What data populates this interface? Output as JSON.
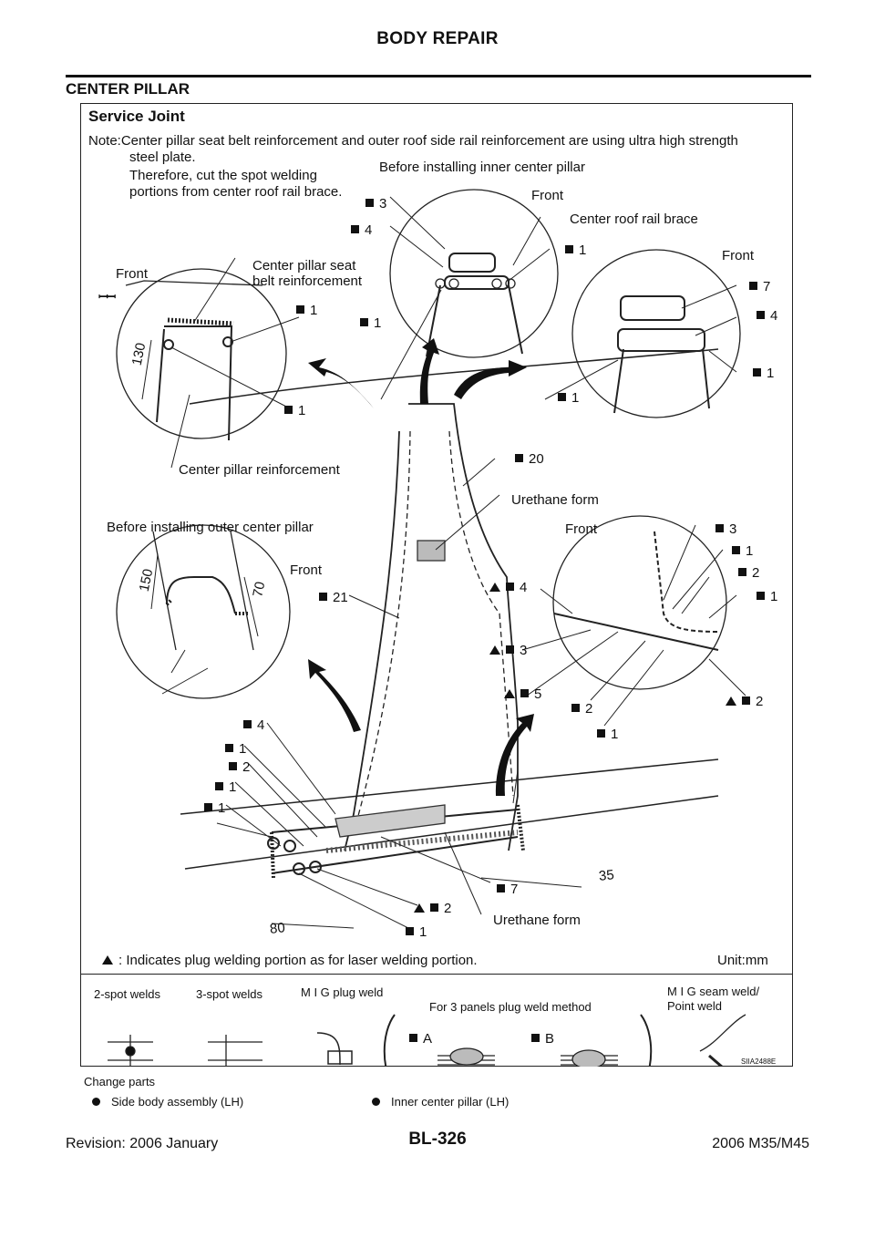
{
  "page_header": "BODY REPAIR",
  "section_title": "CENTER PILLAR",
  "figure": {
    "title": "Service Joint",
    "note_line1": "Note:Center pillar seat belt reinforcement and outer roof side rail reinforcement are using ultra high strength",
    "note_line2": "steel plate.",
    "note_line3": "Therefore, cut the spot welding",
    "note_line4": "portions from center roof rail brace.",
    "labels": {
      "before_inner": "Before installing inner center pillar",
      "before_outer": "Before installing outer center pillar",
      "front": "Front",
      "center_roof_rail_brace": "Center roof rail brace",
      "cp_seat_belt_1": "Center pillar seat",
      "cp_seat_belt_2": "belt reinforcement",
      "cp_reinforcement": "Center pillar reinforcement",
      "urethane_form": "Urethane form"
    },
    "dimensions": {
      "d130": "130",
      "d150": "150",
      "d70": "70",
      "d35": "35",
      "d80": "80"
    },
    "weld_counts": {
      "n1": "1",
      "n2": "2",
      "n3": "3",
      "n4": "4",
      "n5": "5",
      "n7": "7",
      "n20": "20",
      "n21": "21"
    },
    "legend_note": ": Indicates plug welding portion as for laser welding portion.",
    "unit": "Unit:mm",
    "symbols": {
      "two_spot": "2-spot welds",
      "three_spot": "3-spot welds",
      "mig_plug": "M I G plug weld",
      "three_panels": "For 3 panels plug weld method",
      "mig_seam_1": "M I G seam weld/",
      "mig_seam_2": "Point weld",
      "a": "A",
      "b": "B"
    },
    "figure_id": "SIIA2488E"
  },
  "change_parts": {
    "heading": "Change parts",
    "items": [
      "Side body assembly (LH)",
      "Inner center pillar (LH)"
    ]
  },
  "footer": {
    "page_number": "BL-326",
    "revision": "Revision: 2006 January",
    "model": "2006 M35/M45"
  }
}
